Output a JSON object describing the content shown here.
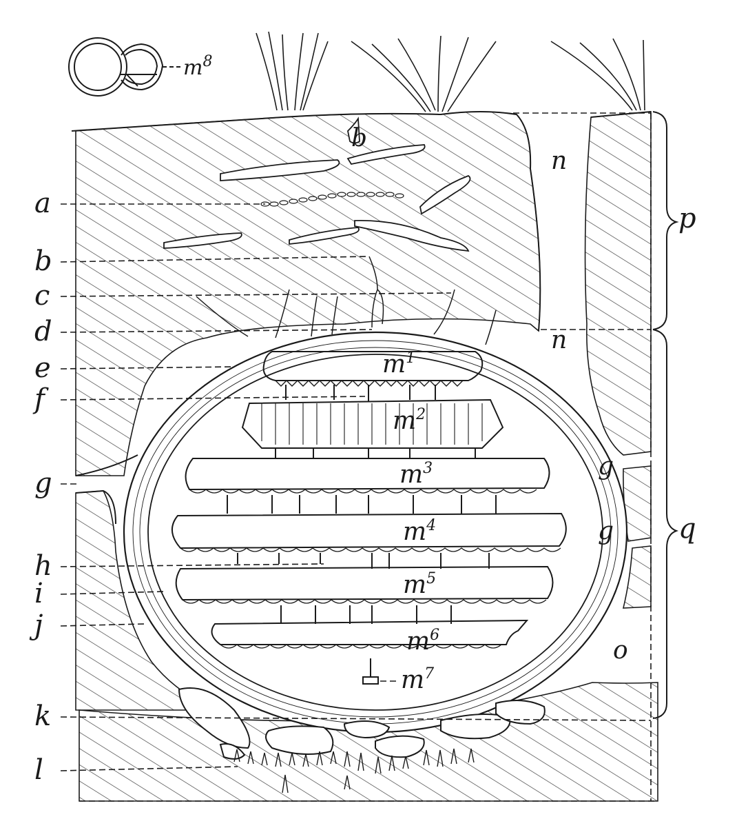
{
  "labels": {
    "left": [
      "a",
      "b",
      "c",
      "d",
      "e",
      "f",
      "g",
      "h",
      "i",
      "j",
      "k",
      "l"
    ],
    "inner": {
      "b_top": "b",
      "n_upper": "n",
      "n_lower": "n",
      "g_right_1": "g",
      "g_right_2": "g",
      "o": "o",
      "p": "p",
      "q": "q"
    },
    "chambers": [
      {
        "base": "m",
        "sup": "1"
      },
      {
        "base": "m",
        "sup": "2"
      },
      {
        "base": "m",
        "sup": "3"
      },
      {
        "base": "m",
        "sup": "4"
      },
      {
        "base": "m",
        "sup": "5"
      },
      {
        "base": "m",
        "sup": "6"
      },
      {
        "base": "m",
        "sup": "7"
      }
    ],
    "inset": {
      "base": "m",
      "sup": "8"
    }
  }
}
